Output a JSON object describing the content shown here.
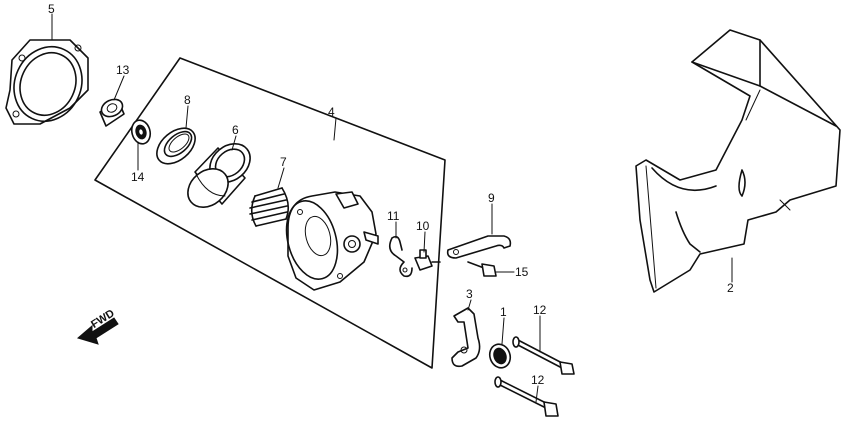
{
  "diagram": {
    "direction_label": "FWD",
    "callouts": {
      "c1": "1",
      "c2": "2",
      "c3": "3",
      "c4": "4",
      "c5": "5",
      "c6": "6",
      "c7": "7",
      "c8": "8",
      "c9": "9",
      "c10": "10",
      "c11": "11",
      "c12a": "12",
      "c12b": "12",
      "c13": "13",
      "c14": "14",
      "c15": "15"
    }
  }
}
